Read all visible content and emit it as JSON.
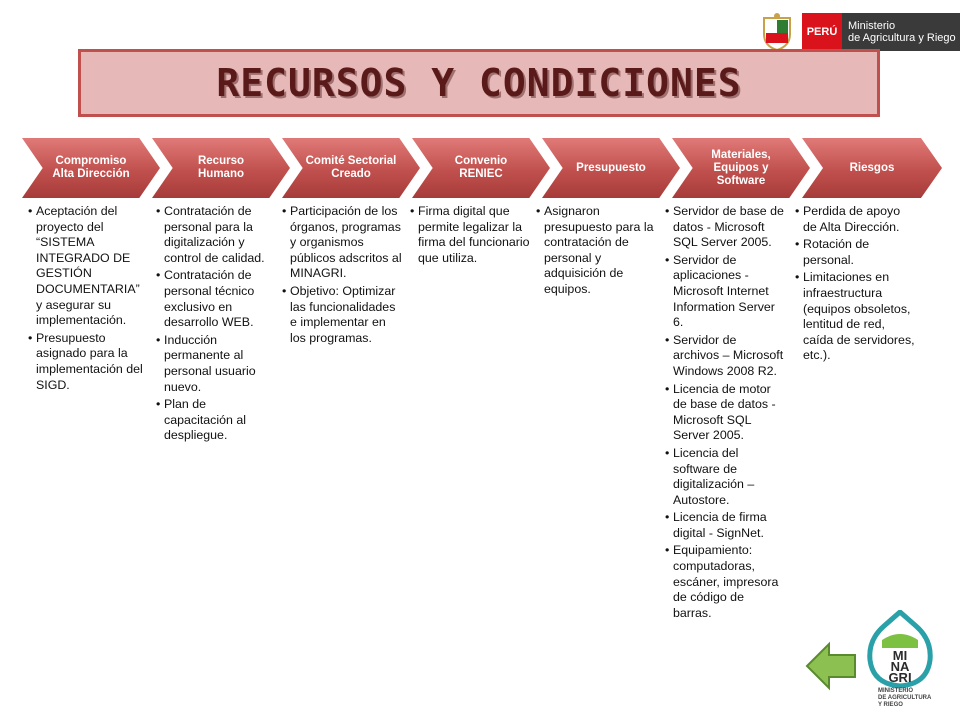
{
  "header": {
    "peru_label": "PERÚ",
    "ministry_line1": "Ministerio",
    "ministry_line2": "de Agricultura y Riego"
  },
  "title": "RECURSOS Y CONDICIONES",
  "chevrons": [
    "Compromiso Alta Dirección",
    "Recurso Humano",
    "Comité Sectorial Creado",
    "Convenio RENIEC",
    "Presupuesto",
    "Materiales, Equipos y Software",
    "Riesgos"
  ],
  "columns": [
    [
      "Aceptación del proyecto del “SISTEMA INTEGRADO DE GESTIÓN DOCUMENTARIA” y asegurar su implementación.",
      "Presupuesto asignado para la implementación del SIGD."
    ],
    [
      "Contratación de personal para la digitalización y control de calidad.",
      "Contratación de personal técnico exclusivo en desarrollo WEB.",
      "Inducción permanente al personal usuario nuevo.",
      "Plan de capacitación al despliegue."
    ],
    [
      "Participación de los órganos, programas y organismos públicos adscritos al MINAGRI.",
      "Objetivo: Optimizar las funcionalidades e implementar en los programas."
    ],
    [
      "Firma digital que permite legalizar la firma del funcionario que utiliza."
    ],
    [
      "Asignaron presupuesto para la contratación de personal y adquisición de equipos."
    ],
    [
      "Servidor de base de datos - Microsoft SQL Server 2005.",
      "Servidor de aplicaciones - Microsoft Internet Information Server 6.",
      "Servidor de archivos – Microsoft Windows 2008 R2.",
      "Licencia de motor de base de datos - Microsoft SQL Server 2005.",
      "Licencia del software de digitalización – Autostore.",
      "Licencia de firma digital - SignNet.",
      "Equipamiento: computadoras, escáner, impresora de código de barras."
    ],
    [
      "Perdida de apoyo de Alta Dirección.",
      "Rotación de personal.",
      "Limitaciones en infraestructura (equipos obsoletos, lentitud de red, caída de servidores, etc.)."
    ]
  ],
  "minagri": {
    "logo_line1": "MI",
    "logo_line2": "NA",
    "logo_line3": "GRI",
    "caption_line1": "MINISTERIO",
    "caption_line2": "DE AGRICULTURA",
    "caption_line3": "Y RIEGO"
  },
  "colors": {
    "chevron": "#c0504d",
    "banner_bg": "#e6b8b8",
    "arrow_green": "#8cc152",
    "peru_red": "#d9121b"
  }
}
